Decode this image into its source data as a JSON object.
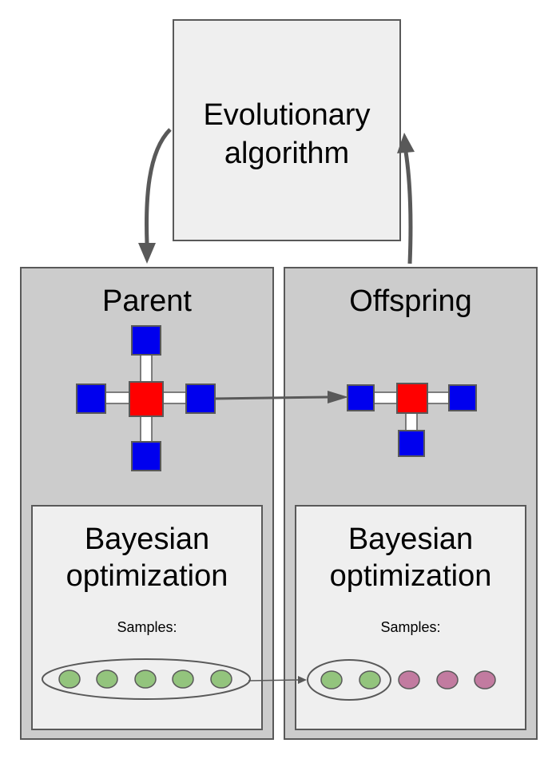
{
  "evolutionary_box": {
    "line1": "Evolutionary",
    "line2": "algorithm"
  },
  "parent_panel": {
    "title": "Parent",
    "bayes_line1": "Bayesian",
    "bayes_line2": "optimization",
    "samples_label": "Samples:"
  },
  "offspring_panel": {
    "title": "Offspring",
    "bayes_line1": "Bayesian",
    "bayes_line2": "optimization",
    "samples_label": "Samples:"
  },
  "colors": {
    "center_node": "#ff0000",
    "limb_node": "#0000ee",
    "inherited_sample": "#93c47d",
    "new_sample": "#c27ba0",
    "arrow": "#595959"
  }
}
